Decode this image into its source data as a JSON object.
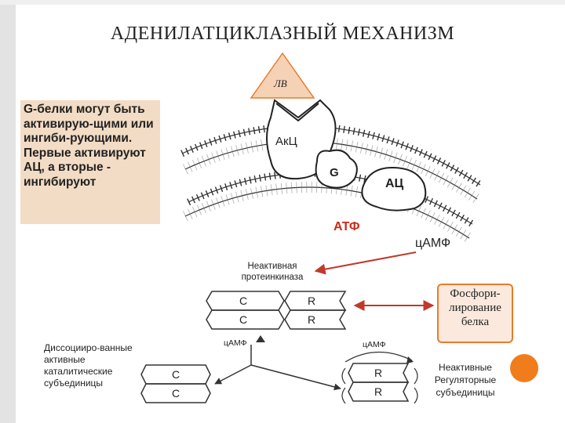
{
  "title": "АДЕНИЛАТЦИКЛАЗНЫЙ МЕХАНИЗМ",
  "note": "G-белки могут быть активирую-щими или ингиби-рующими. Первые активируют АЦ, а вторые - ингибируют",
  "labels": {
    "lv": "ЛВ",
    "akc": "АкЦ",
    "g": "G",
    "ac": "АЦ",
    "atf": "АТФ",
    "camf": "цАМФ",
    "inactive_kinase": "Неактивная протеинкиназа",
    "phosphorylation": "Фосфори-лирование белка",
    "dissociated": "Диссоцииро-ванные активные каталитические субъединицы",
    "inactive_regulatory": "Неактивные Регуляторные субъединицы",
    "camf_small": "цАМФ",
    "c": "C",
    "r": "R"
  },
  "colors": {
    "accent": "#e97b2c",
    "arrow": "#c0392b",
    "text_red": "#cc2a1a",
    "triangle": "#f5d2b6"
  }
}
